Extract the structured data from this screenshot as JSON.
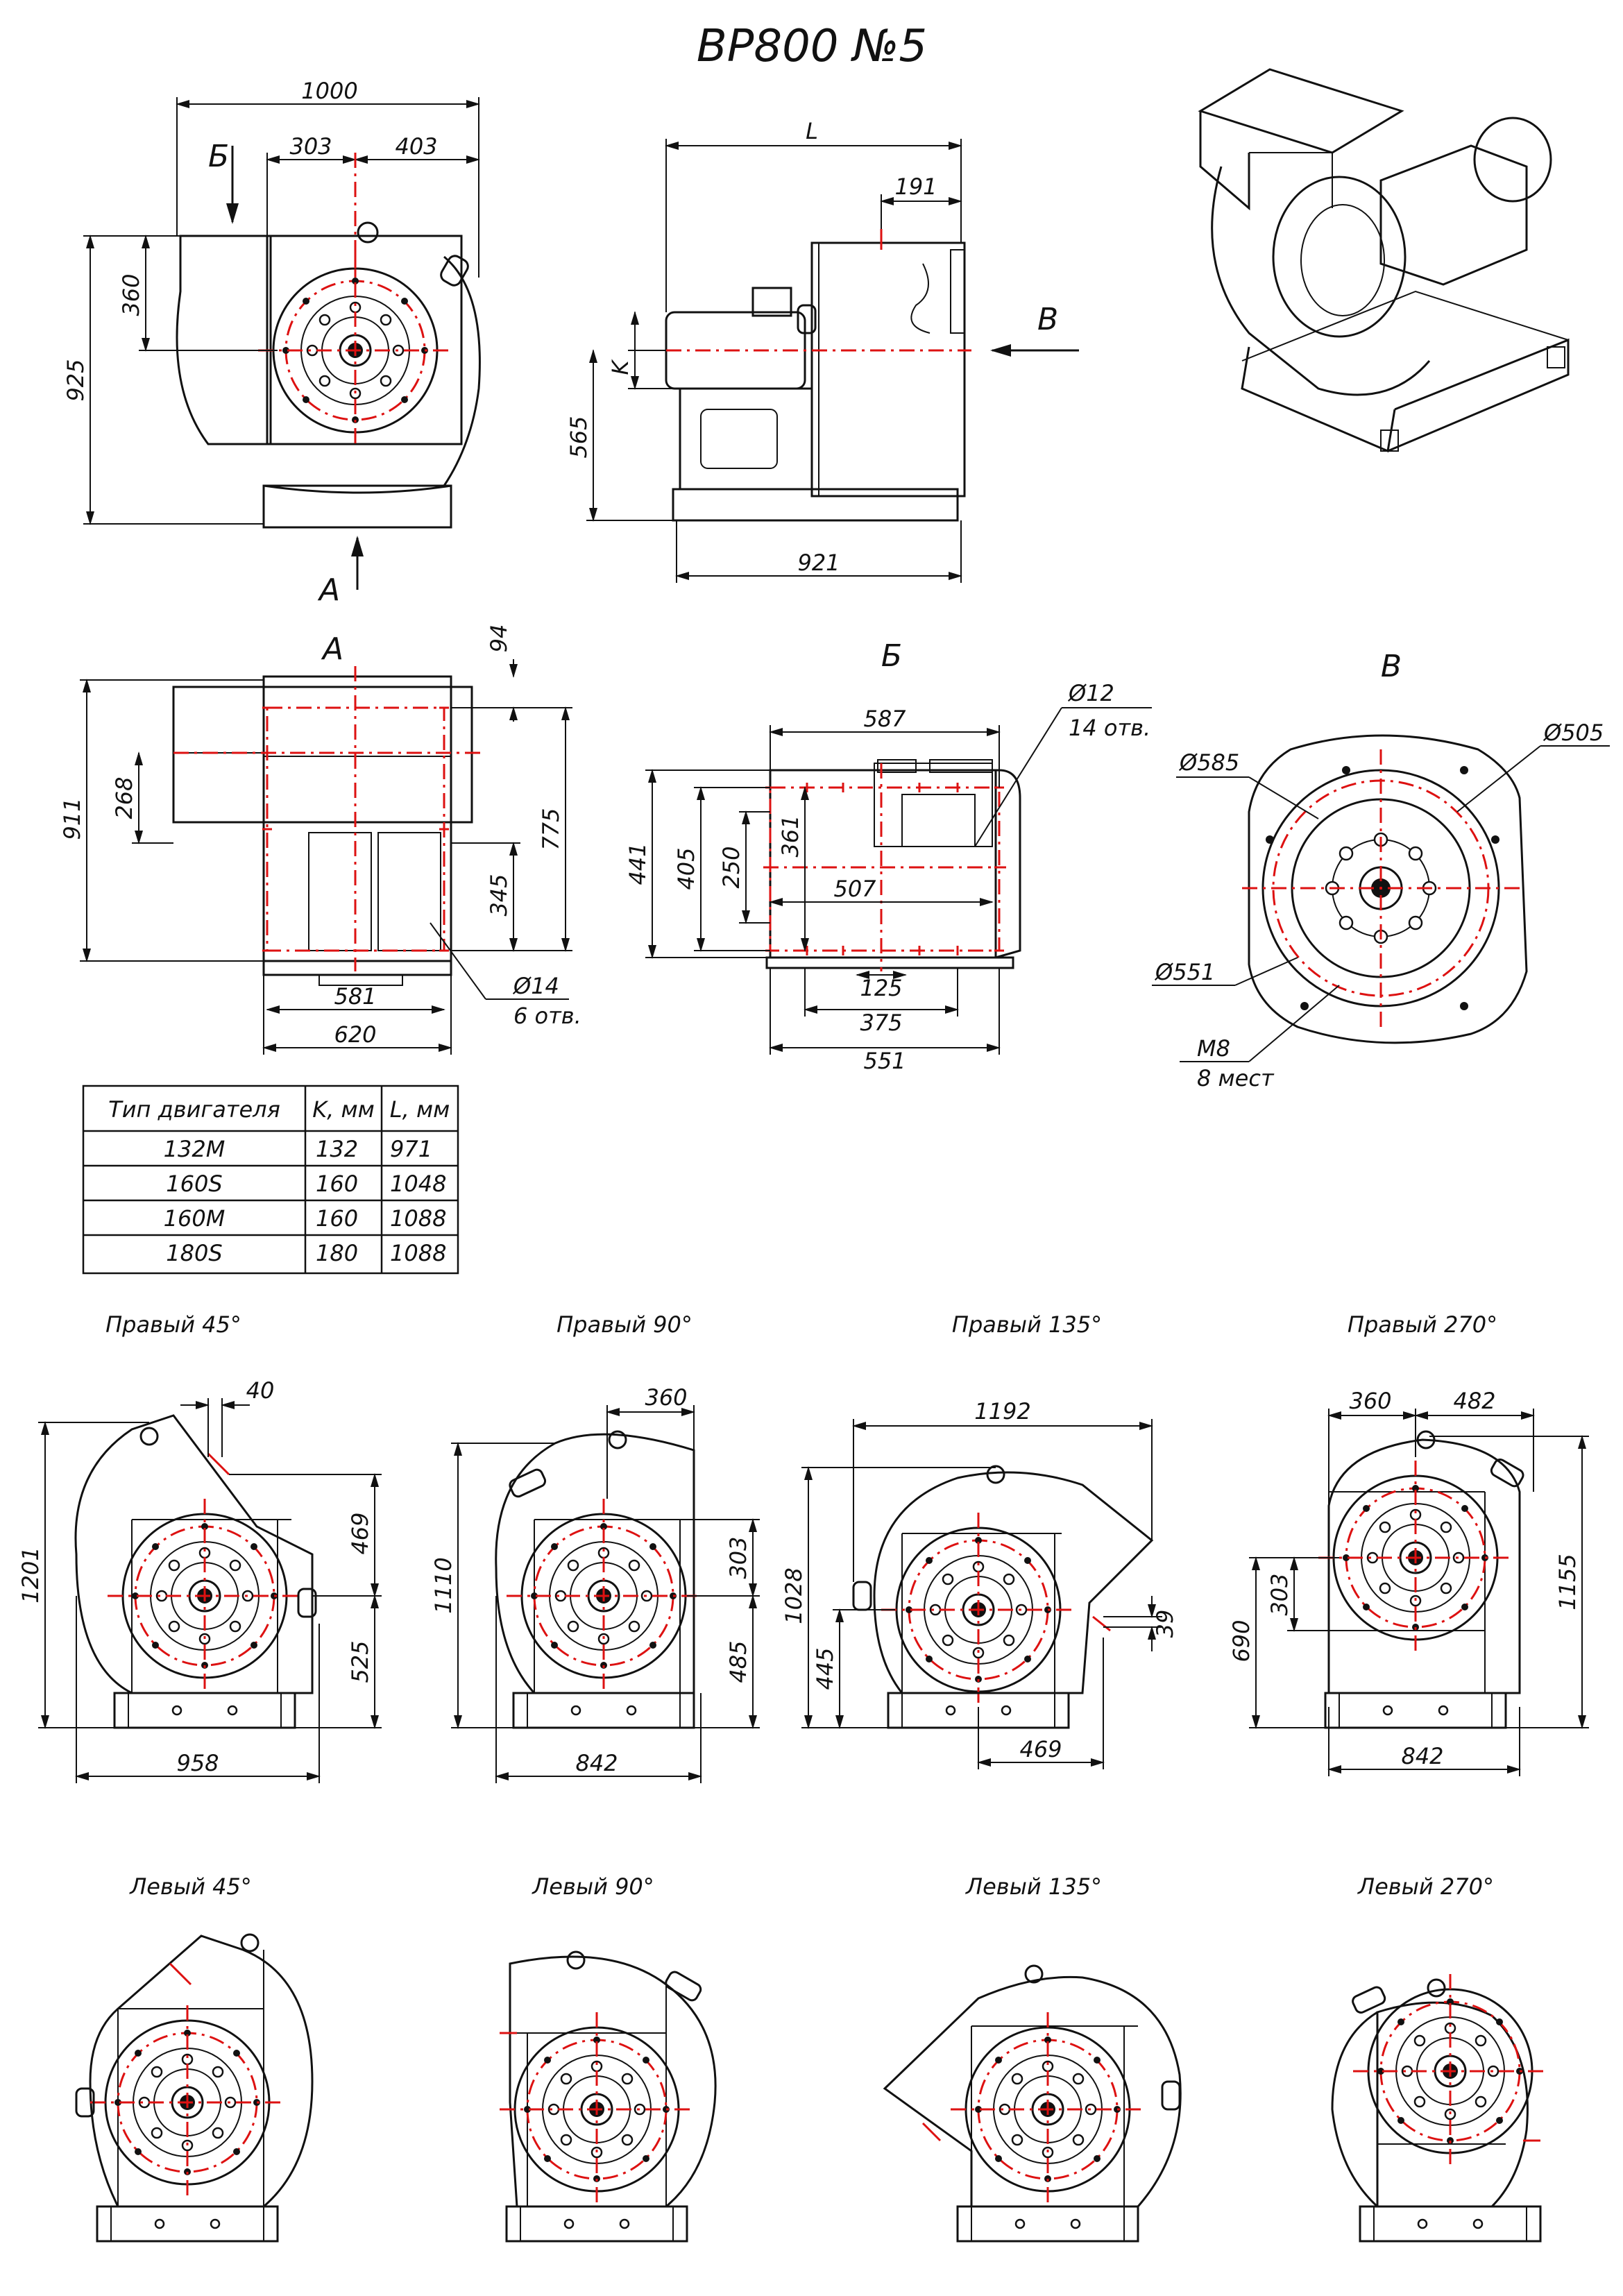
{
  "title": "ВР800 №5",
  "views": {
    "a": "А",
    "b": "Б",
    "v": "В"
  },
  "top": {
    "d1000": "1000",
    "d303": "303",
    "d403": "403",
    "d360": "360",
    "d925": "925",
    "dL": "L",
    "d191": "191",
    "dK": "K",
    "d565": "565",
    "d921": "921"
  },
  "view_a": {
    "d94": "94",
    "d911": "911",
    "d268": "268",
    "d775": "775",
    "d345": "345",
    "d581": "581",
    "d620": "620",
    "hole_d": "Ø14",
    "hole_n": "6 отв."
  },
  "view_b": {
    "d587": "587",
    "hole_d": "Ø12",
    "hole_n": "14 отв.",
    "d441": "441",
    "d405": "405",
    "d250": "250",
    "d361": "361",
    "d507": "507",
    "d125": "125",
    "d375": "375",
    "d551": "551"
  },
  "view_v": {
    "d585": "Ø585",
    "d505": "Ø505",
    "d551": "Ø551",
    "thread": "M8",
    "thread_n": "8 мест"
  },
  "motor_table": {
    "headers": [
      "Тип двигателя",
      "K, мм",
      "L, мм"
    ],
    "rows": [
      [
        "132M",
        "132",
        "971"
      ],
      [
        "160S",
        "160",
        "1048"
      ],
      [
        "160M",
        "160",
        "1088"
      ],
      [
        "180S",
        "180",
        "1088"
      ]
    ]
  },
  "positions_right": {
    "r45": {
      "label": "Правый 45°",
      "d40": "40",
      "d469": "469",
      "d525": "525",
      "d1201": "1201",
      "d958": "958"
    },
    "r90": {
      "label": "Правый 90°",
      "d360": "360",
      "d1110": "1110",
      "d303": "303",
      "d485": "485",
      "d842": "842"
    },
    "r135": {
      "label": "Правый 135°",
      "d1192": "1192",
      "d1028": "1028",
      "d445": "445",
      "d39": "39",
      "d469": "469"
    },
    "r270": {
      "label": "Правый 270°",
      "d360": "360",
      "d482": "482",
      "d303": "303",
      "d690": "690",
      "d1155": "1155",
      "d842": "842"
    }
  },
  "positions_left": {
    "l45": "Левый 45°",
    "l90": "Левый 90°",
    "l135": "Левый 135°",
    "l270": "Левый 270°"
  }
}
